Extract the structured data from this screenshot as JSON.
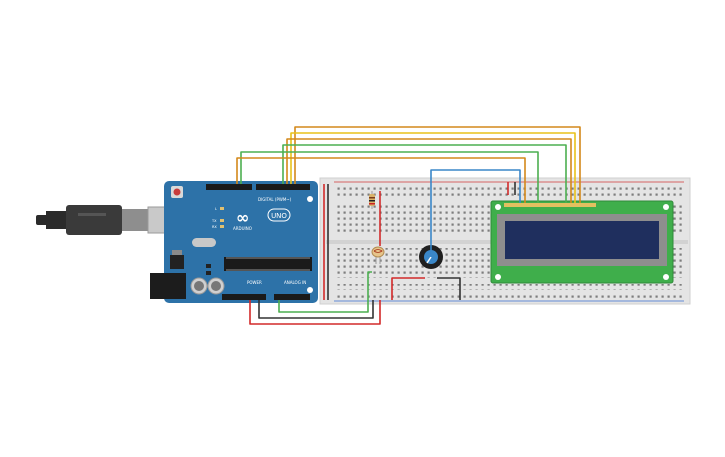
{
  "board": {
    "brand": "ARDUINO",
    "model": "UNO",
    "digital_header_label": "DIGITAL (PWM~)",
    "power_label": "POWER",
    "analog_label": "ANALOG IN",
    "tx_label": "TX",
    "rx_label": "RX",
    "l_label": "L"
  },
  "colors": {
    "board": "#2d72a8",
    "breadboard": "#e6e6e6",
    "lcd_pcb": "#3fae4b",
    "lcd_screen": "#1f2f5e",
    "wire_orange": "#d4891b",
    "wire_yellow": "#e8c21a",
    "wire_green": "#4caf50",
    "wire_red": "#d22a2a",
    "wire_black": "#333333",
    "wire_blue": "#3a87c8"
  },
  "components": [
    "usb-cable",
    "arduino-uno",
    "breadboard",
    "resistor",
    "photoresistor",
    "potentiometer",
    "lcd-16x2"
  ]
}
